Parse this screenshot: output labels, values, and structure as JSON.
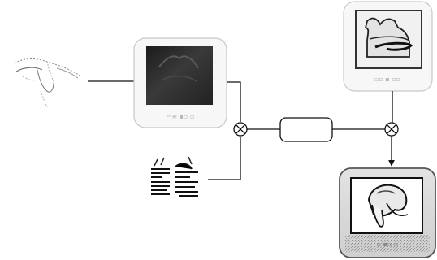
{
  "diagram": {
    "nodes": [
      {
        "id": "sketch-input",
        "kind": "hand-drawn sketch",
        "label": ""
      },
      {
        "id": "dark-image-card",
        "kind": "rounded card with dark image",
        "caption": "⌐≡ ▪▫ ▫"
      },
      {
        "id": "texture-input",
        "kind": "stroke texture patches",
        "label": ""
      },
      {
        "id": "empty-box",
        "kind": "rounded rectangle",
        "label": ""
      },
      {
        "id": "top-card",
        "kind": "rounded card with garment image",
        "caption": "▫▫ ▪ ▫▫"
      },
      {
        "id": "output-card",
        "kind": "rounded card with hat image",
        "caption": "▫ ▪▫ ▫"
      }
    ],
    "operators": [
      {
        "id": "combine-1",
        "symbol": "⊗"
      },
      {
        "id": "combine-2",
        "symbol": "⊗"
      }
    ],
    "colors": {
      "line": "#111111",
      "card_border": "#c8c8c8",
      "card_fill": "#f7f7f7",
      "dark_image": "#2a2a2a",
      "output_card_fill": "#d6d6d6"
    }
  }
}
